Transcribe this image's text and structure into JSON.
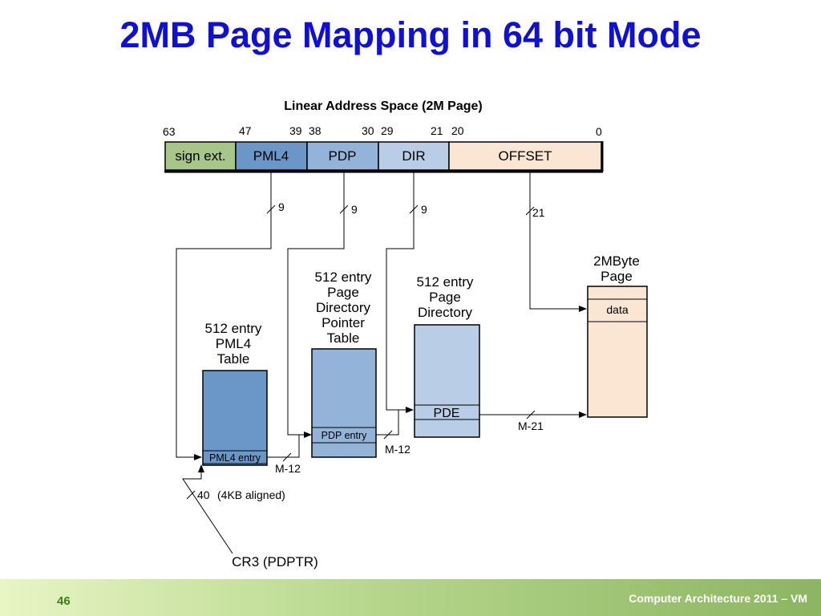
{
  "slide": {
    "title": "2MB Page Mapping in 64 bit Mode",
    "page_number": "46",
    "footer": "Computer Architecture 2011 – VM"
  },
  "diagram": {
    "address_title": "Linear Address Space (2M Page)",
    "bit_labels": [
      "63",
      "47",
      "39",
      "38",
      "30",
      "29",
      "21",
      "20",
      "0"
    ],
    "fields": [
      {
        "label": "sign ext.",
        "color": "#a9c68a"
      },
      {
        "label": "PML4",
        "color": "#6b96c8"
      },
      {
        "label": "PDP",
        "color": "#94b3d9"
      },
      {
        "label": "DIR",
        "color": "#b9cde6"
      },
      {
        "label": "OFFSET",
        "color": "#fbe5d3"
      }
    ],
    "width_labels": {
      "pml4": "9",
      "pdp": "9",
      "dir": "9",
      "offset": "21"
    },
    "pml4_table": {
      "lines": [
        "512 entry",
        "PML4",
        "Table"
      ],
      "entry": "PML4 entry",
      "color": "#6b96c8"
    },
    "pdp_table": {
      "lines": [
        "512 entry",
        "Page",
        "Directory",
        "Pointer",
        "Table"
      ],
      "entry": "PDP entry",
      "color": "#94b3d9"
    },
    "pd_table": {
      "lines": [
        "512 entry",
        "Page",
        "Directory"
      ],
      "entry": "PDE",
      "color": "#b9cde6"
    },
    "page": {
      "lines": [
        "2MByte",
        "Page"
      ],
      "entry": "data",
      "color": "#fbe5d3"
    },
    "bus_labels": {
      "pml4_to_pdp": "M-12",
      "pdp_to_pd": "M-12",
      "pde_to_page": "M-21",
      "cr3_width": "40",
      "cr3_note": "(4KB aligned)"
    },
    "cr3": "CR3 (PDPTR)"
  }
}
